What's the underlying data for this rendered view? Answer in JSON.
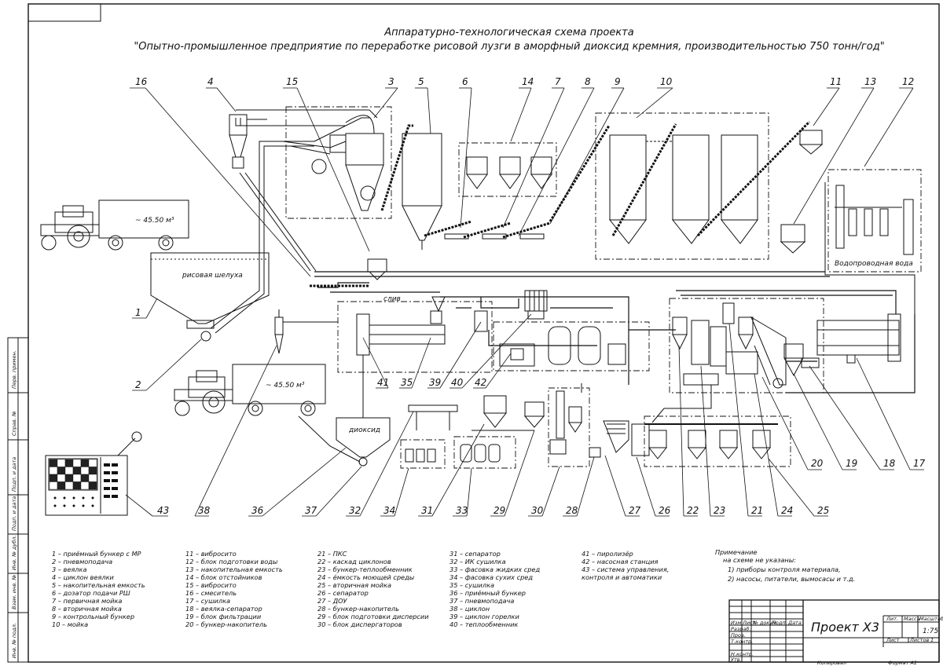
{
  "title": {
    "line1": "Аппаратурно-технологическая схема проекта",
    "line2": "\"Опытно-промышленное предприятие по переработке рисовой лузги в аморфный диоксид кремния, производительностью 750 тонн/год\""
  },
  "top_callouts": [
    "16",
    "4",
    "15",
    "3",
    "5",
    "6",
    "14",
    "7",
    "8",
    "9",
    "10",
    "11",
    "13",
    "12"
  ],
  "bottom_callouts": [
    "43",
    "38",
    "36",
    "37",
    "32",
    "34",
    "31",
    "33",
    "29",
    "30",
    "28",
    "27",
    "26",
    "22",
    "23",
    "21",
    "24",
    "25"
  ],
  "side_callouts": [
    "1",
    "2",
    "41",
    "35",
    "39",
    "40",
    "42",
    "20",
    "19",
    "18",
    "17"
  ],
  "labels": {
    "truck_volume_1": "~ 45.50 м³",
    "truck_volume_2": "~ 45.50 м³",
    "hopper_text": "рисовая шелуха",
    "dioxide_text": "диоксид",
    "slag_text": "слив",
    "water_text": "Водопроводная вода"
  },
  "legend": {
    "col1": [
      "1 – приёмный бункер с МР",
      "2 – пневмоподача",
      "3 – веялка",
      "4 – циклон веялки",
      "5 – накопительная емкость",
      "6 – дозатор подачи РШ",
      "7 – первичная мойка",
      "8 – вторичная мойка",
      "9 – контрольный бункер",
      "10 – мойка"
    ],
    "col2": [
      "11 – вибросито",
      "12 – блок подготовки воды",
      "13 – накопительная емкость",
      "14 – блок отстойников",
      "15 – вибросито",
      "16 – смеситель",
      "17 – сушилка",
      "18 – веялка-сепаратор",
      "19 – блок фильтрации",
      "20 – бункер-накопитель"
    ],
    "col3": [
      "21 – ПКС",
      "22 – каскад циклонов",
      "23 – бункер-теплообменник",
      "24 – ёмкость моющей среды",
      "25 – вторичная мойка",
      "26 – сепаратор",
      "27 – ДОУ",
      "28 – бункер-накопитель",
      "29 – блок подготовки дисперсии",
      "30 – блок диспергаторов"
    ],
    "col4": [
      "31 – сепаратор",
      "32 – ИК сушилка",
      "33 – фасовка жидких сред",
      "34 – фасовка сухих сред",
      "35 – сушилка",
      "36 – приёмный бункер",
      "37 – пневмоподача",
      "38 – циклон",
      "39 – циклон горелки",
      "40 – теплообменник"
    ],
    "col5": [
      "41 – пиролизёр",
      "42 – насосная станция",
      "43 – система управления,",
      "      контроля и автоматики"
    ]
  },
  "notes": {
    "header": "Примечание",
    "lines": [
      "на схеме не указаны:",
      "1) приборы контроля материала,",
      "2) насосы, питатели, вымосасы и т.д."
    ]
  },
  "stamp": {
    "project": "Проект Х3",
    "cols": [
      "Лит.",
      "Масса",
      "Масштаб"
    ],
    "scale": "1:75",
    "sheet_label": "Лист",
    "sheets_label": "Листов",
    "sheets": "1",
    "rows": [
      "Изм.",
      "Разраб.",
      "Пров.",
      "Т.контр.",
      "Н.контр.",
      "Утв."
    ],
    "row_cols": [
      "Лист",
      "№ докум.",
      "Подп.",
      "Дата"
    ],
    "copied": "Копировал",
    "format": "Формат  А1"
  },
  "side_stamp": [
    "Перв. примен.",
    "Справ. №",
    "Подп. и дата",
    "Инв. № дубл.",
    "Взам. инв. №",
    "Подп. и дата",
    "Инв. № подл."
  ]
}
